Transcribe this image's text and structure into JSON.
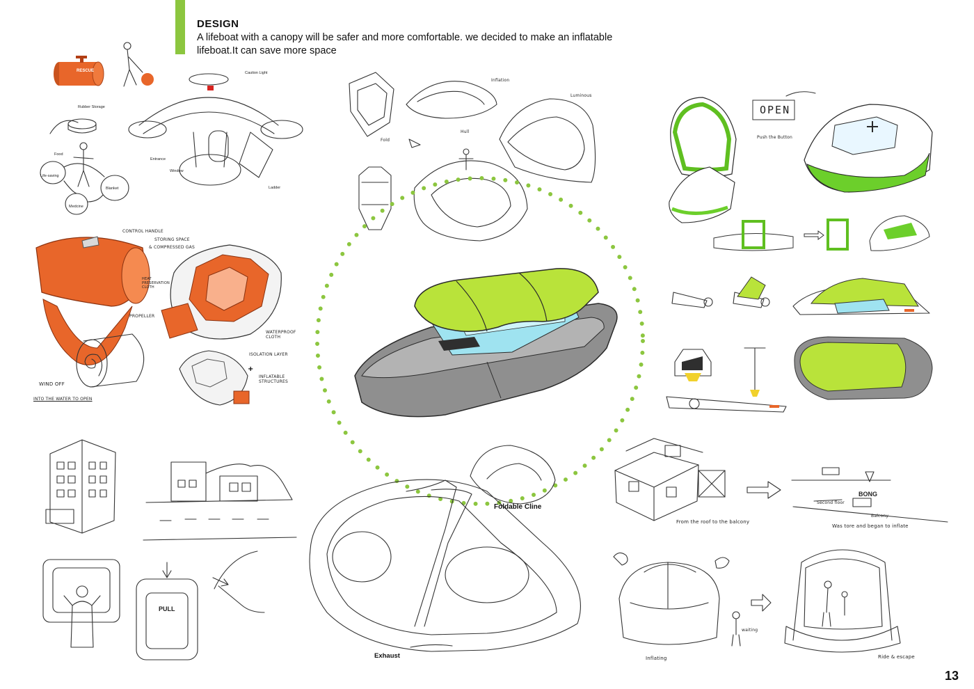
{
  "header": {
    "title": "DESIGN",
    "description": "A lifeboat with a canopy will be safer and more comfortable. we decided to make an inflatable lifeboat.It can save more space",
    "accent_color": "#8cc63f"
  },
  "colors": {
    "orange": "#e8662a",
    "green": "#8cc63f",
    "lime": "#b9e33a",
    "cyan": "#9fe3f0",
    "grey": "#8f8f8f"
  },
  "storage_sketch": {
    "rescue_label": "RESCUE",
    "caution_light": "Caution Light",
    "rubber_storage": "Rubber Storage",
    "entrance": "Entrance",
    "window": "Window",
    "ladder": "Ladder",
    "food": "Food",
    "life_saving": "Life-saving",
    "blanket": "Blanket",
    "medicine": "Medcine"
  },
  "orange_sketch": {
    "control_handle": "CONTROL HANDLE",
    "storing_space": "STORING SPACE",
    "compressed_gas": "& COMPRESSED GAS",
    "heat_preservation": "HEAT PRESERVATION CLOTH",
    "propeller": "PROPELLER",
    "waterproof_cloth": "WATERPROOF CLOTH",
    "isolation_layer": "ISOLATION LAYER",
    "inflatable_structures": "INFLATABLE STRUCTURES",
    "wind_off": "WIND OFF",
    "into_water": "INTO THE WATER TO OPEN"
  },
  "top_center_sketch": {
    "fold": "Fold",
    "inflation": "Inflation",
    "hull": "Hull",
    "luminous": "Luminous"
  },
  "green_sketch": {
    "open_sign": "OPEN",
    "push_button": "Push the Button"
  },
  "bottom_center_sketch": {
    "foldable_cline": "Foldable Cline",
    "exhaust": "Exhaust"
  },
  "building_sketch": {
    "roof_to_balcony": "From the roof to the balcony",
    "second_floor": "Second floor",
    "bong": "BONG",
    "balcony": "Balcony",
    "inflate": "Was tore and began to inflate",
    "waiting": "waiting",
    "inflating": "Inflating",
    "ride_escape": "Ride & escape"
  },
  "pull_label": "PULL",
  "page_number": "13"
}
